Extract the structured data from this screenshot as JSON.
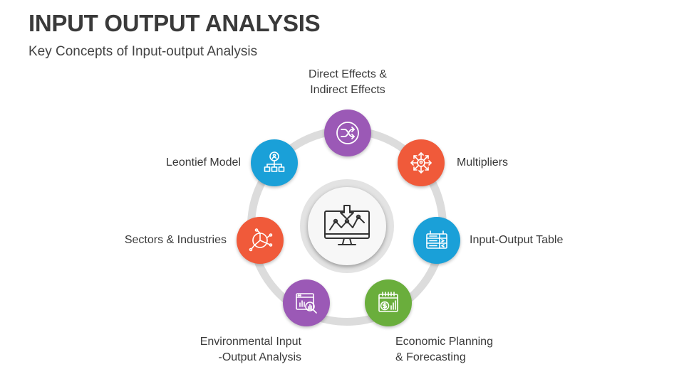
{
  "header": {
    "title": "INPUT OUTPUT ANALYSIS",
    "subtitle": "Key Concepts of Input-output Analysis"
  },
  "colors": {
    "purple": "#9b59b6",
    "orange": "#f05a3a",
    "blue": "#1aa0d8",
    "green": "#6aae3c",
    "ring": "#dcdcdc"
  },
  "hub": {
    "icon": "monitor-chart-icon"
  },
  "nodes": [
    {
      "label": "Direct Effects &\nIndirect Effects",
      "icon": "shuffle-icon",
      "color": "purple"
    },
    {
      "label": "Multipliers",
      "icon": "network-arrows-icon",
      "color": "orange"
    },
    {
      "label": "Input-Output Table",
      "icon": "table-transfer-icon",
      "color": "blue"
    },
    {
      "label": "Economic Planning\n& Forecasting",
      "icon": "calendar-dollar-icon",
      "color": "green"
    },
    {
      "label": "Environmental Input\n-Output Analysis",
      "icon": "chart-magnifier-icon",
      "color": "purple"
    },
    {
      "label": "Sectors & Industries",
      "icon": "pie-chart-icon",
      "color": "orange"
    },
    {
      "label": "Leontief Model",
      "icon": "hierarchy-icon",
      "color": "blue"
    }
  ]
}
